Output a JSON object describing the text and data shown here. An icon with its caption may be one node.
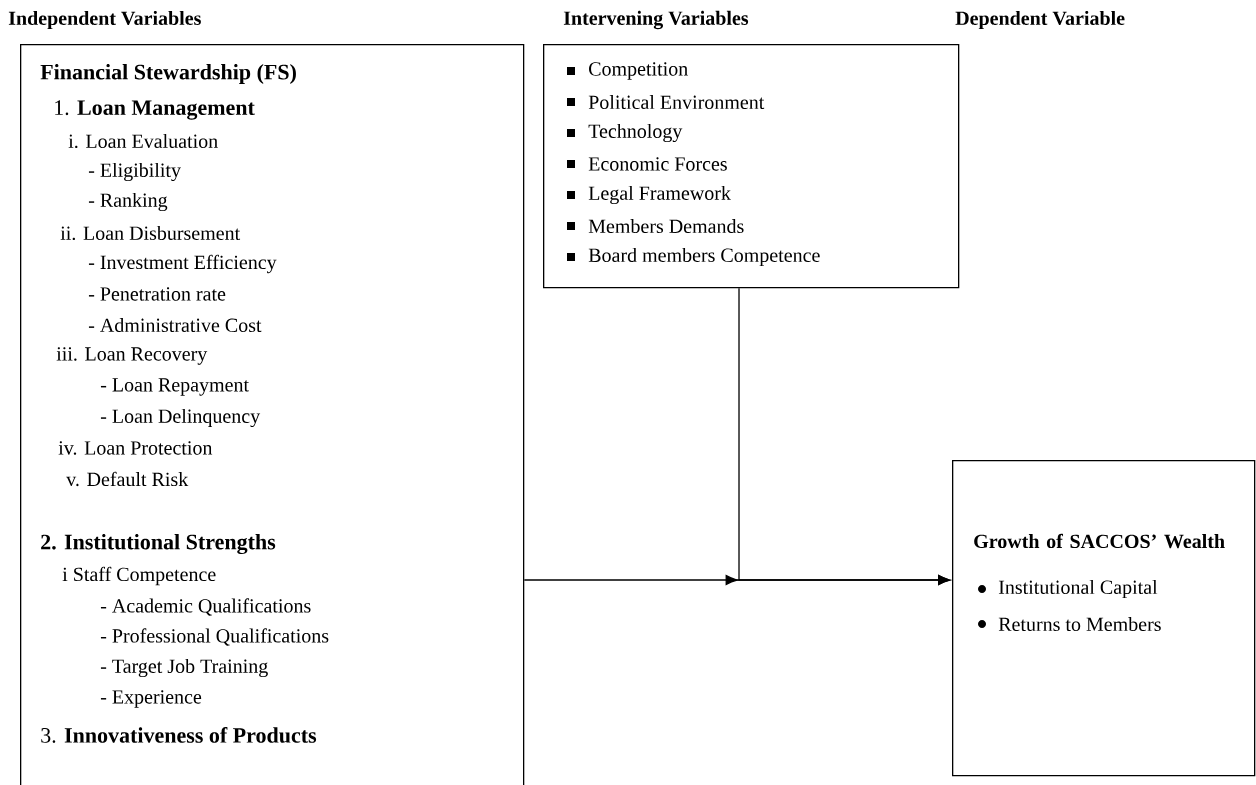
{
  "diagram": {
    "nodes": [
      {
        "text": [
          "Financial Stewardship (FS)",
          "1. **Loan Management**",
          "i. Loan Evaluation",
          "- Eligibility",
          "- Ranking",
          "ii. Loan Disbursement",
          "- Investment Efficiency",
          "- Penetration rate",
          "- Administrative Cost",
          "iii. Loan Recovery",
          "- Loan Repayment",
          "- Loan Delinquency",
          "iv. Loan Protection",
          "v. Default Risk",
          "**2. Institutional Strengths**",
          "i Staff Competence",
          "- Academic Qualifications",
          "- Professional Qualifications",
          "- Target Job Training",
          "- Experience",
          "3. **Innovativeness of Products**"
        ]
      },
      {
        "text": [
          "Competition",
          "Political Environment",
          "Technology",
          "Economic Forces",
          "Legal Framework",
          "Members Demands",
          "Board members Competence"
        ]
      },
      {
        "text": [
          "Growth of SACCOS’ Wealth",
          "Institutional Capital",
          "Returns to Members"
        ]
      }
    ],
    "edges": [
      {
        "from": 0,
        "to": 2,
        "arrow": "to"
      },
      {
        "from": 1,
        "to": 2,
        "arrow": "to"
      }
    ],
    "labels": [
      "Independent Variables",
      "Intervening Variables",
      "Dependent Variable"
    ]
  }
}
